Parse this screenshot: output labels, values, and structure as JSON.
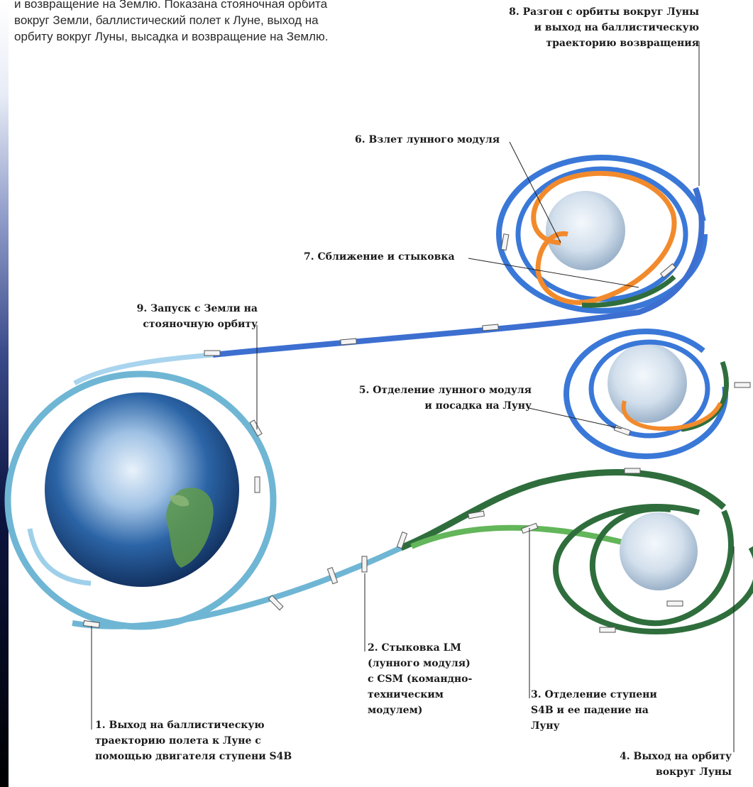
{
  "caption": {
    "lines": [
      "и возвращение на Землю. Показана стояночная орбита",
      "вокруг Земли, баллистический полет к Луне, выход на",
      "орбиту вокруг Луны, высадка и возвращение на Землю."
    ]
  },
  "steps": {
    "s1": [
      "1. Выход на баллистическую",
      "траекторию полета к Луне с",
      "помощью двигателя ступени S4B"
    ],
    "s2": [
      "2. Стыковка LM",
      "(лунного модуля)",
      "с CSM (командно-",
      "техническим",
      "модулем)"
    ],
    "s3": [
      "3. Отделение ступени",
      "S4B и ее падение на",
      "Луну"
    ],
    "s4": [
      "4. Выход на орбиту",
      "вокруг Луны"
    ],
    "s5": [
      "5. Отделение лунного модуля",
      "и посадка на Луну"
    ],
    "s6": [
      "6. Взлет лунного модуля"
    ],
    "s7": [
      "7. Сближение и стыковка"
    ],
    "s8": [
      "8. Разгон с орбиты вокруг Луны",
      "и выход на баллистическую",
      "траекторию возвращения"
    ],
    "s9": [
      "9. Запуск с Земли на",
      "стояночную орбиту"
    ]
  },
  "colors": {
    "earth_orbit": "#6fb6d4",
    "light_blue": "#a9d4ee",
    "return_blue": "#3d6fd1",
    "lunar_orbit_blue": "#3a78d8",
    "green_dark": "#2f6e3c",
    "green_light": "#63b65a",
    "orange": "#f28a2c",
    "earth_ocean": "#1f4f8f",
    "earth_land": "#5f9a4a",
    "moon": "#d7e3ee"
  }
}
